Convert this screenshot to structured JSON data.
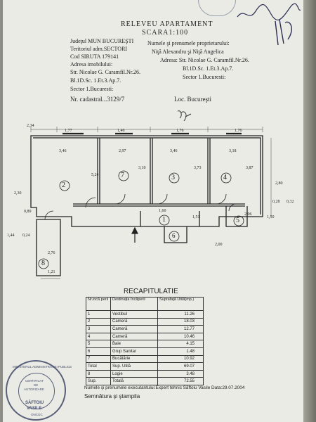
{
  "header": {
    "title": "RELEVEU APARTAMENT",
    "scale": "SCARA1:100",
    "county": "Judeţul MUN BUCUREŞTI",
    "territory": "Teritoriul adm.SECTORI",
    "siruta": "Cod SIRUTA 179141",
    "address_label": "Adresa imobilului:",
    "address_line1": "Str. Nicolae G. Caramfil.Nr.26.",
    "address_line2": "Bl.1D.Sc. 1.Et.3.Ap.7.",
    "address_line3": "Sector 1.Bucuresti:",
    "cadastral": "Nr. cadastral...3129/7",
    "locality": "Loc. Bucureşti",
    "owners_label": "Numele şi prenumele proprietarului:",
    "owners": "Niţă Alexandru şi Niţă Angelica",
    "owner_addr1": "Adresa: Str. Nicolae G. Caramfil.Nr.26.",
    "owner_addr2": "Bl.1D.Sc. 1.Et.3.Ap.7.",
    "owner_addr3": "Sector 1.Bucuresti:"
  },
  "plan": {
    "rooms": [
      "1",
      "2",
      "3",
      "4",
      "5",
      "6",
      "7",
      "8"
    ],
    "dims": {
      "d1": "2,34",
      "d2": "1,77",
      "d3": "3,46",
      "d4": "1,46",
      "d5": "2,97",
      "d6": "1,76",
      "d7": "3,46",
      "d8": "1,76",
      "d9": "3,18",
      "d10": "5,24",
      "d11": "3,10",
      "d12": "3,73",
      "d13": "3,87",
      "d14": "2,30",
      "d15": "2,80",
      "d16": "0,28",
      "d17": "0,32",
      "d18": "1,60",
      "d19": "1,51",
      "d20": "0,89",
      "d21": "2,06",
      "d22": "1,50",
      "d23": "1,21",
      "d24": "2,76",
      "d25": "1,44",
      "d26": "0,24",
      "d27": "2,00"
    }
  },
  "recap": {
    "title": "RECAPITULATIE",
    "col1": "Nr.incă perii",
    "col2": "Destinaţia încăperii",
    "col3": "Suprafaţă Utilă(mp.)",
    "rows": [
      {
        "no": "1",
        "name": "Vestibul",
        "area": "11.26"
      },
      {
        "no": "2",
        "name": "Cameră",
        "area": "18.03"
      },
      {
        "no": "3",
        "name": "Cameră",
        "area": "12.77"
      },
      {
        "no": "4",
        "name": "Cameră",
        "area": "10.46"
      },
      {
        "no": "5",
        "name": "Baie",
        "area": "4.15"
      },
      {
        "no": "6",
        "name": "Grup Sanitar",
        "area": "1.48"
      },
      {
        "no": "7",
        "name": "Bucătărie",
        "area": "10.92"
      },
      {
        "no": "Total",
        "name": "Sup. Utilă",
        "area": "69.07"
      },
      {
        "no": "8",
        "name": "Logie",
        "area": "3.48"
      },
      {
        "no": "Sup.",
        "name": "Totală",
        "area": "72.55"
      }
    ]
  },
  "footer": {
    "executor": "Numele şi prenumele executantului:Expert tehnic Săftoiu Vasile Data:29.07.2004",
    "signature": "Semnătura şi ştampila"
  },
  "stamp": {
    "ring": "MINISTERUL ADMINISTRATIEI PUBLICE",
    "center1": "CERTIFICAT",
    "center2": "DE",
    "center3": "AUTORIZARE",
    "name1": "SĂFTOIU",
    "name2": "VASILE",
    "bottom": "ONCGC"
  },
  "colors": {
    "ink": "#1f1f1f",
    "paper": "#e9ebe4",
    "stamp": "#5a607a"
  }
}
